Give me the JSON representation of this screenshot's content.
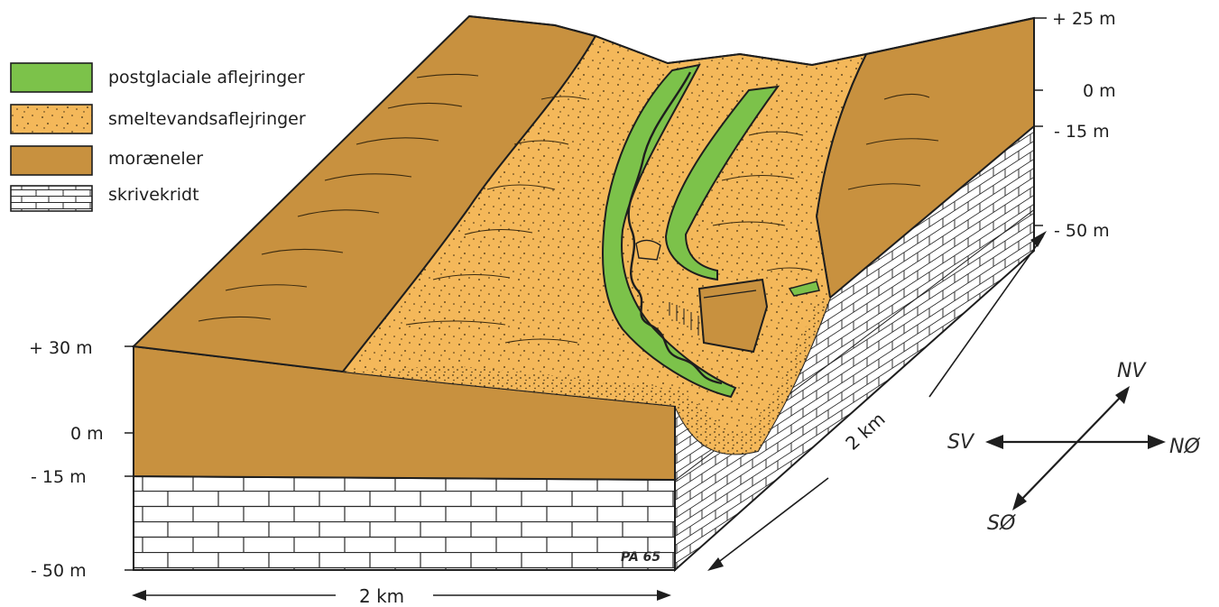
{
  "legend": {
    "items": [
      {
        "key": "postglacial",
        "label": "postglaciale aflejringer",
        "color": "#7cc24a"
      },
      {
        "key": "meltwater",
        "label": "smeltevandsaflejringer",
        "color": "#f4b85a"
      },
      {
        "key": "moraine",
        "label": "moræneler",
        "color": "#c8913f"
      },
      {
        "key": "chalk",
        "label": "skrivekridt",
        "color": "#ffffff"
      }
    ]
  },
  "left_scale": {
    "top": "+ 30 m",
    "zero": "0 m",
    "mid": "- 15 m",
    "bottom": "- 50 m"
  },
  "right_scale": {
    "top": "+ 25 m",
    "zero": "0 m",
    "mid": "- 15 m",
    "bottom": "- 50 m"
  },
  "dimensions": {
    "front_width": "2 km",
    "side_depth": "2 km"
  },
  "compass": {
    "nv": "NV",
    "sv": "SV",
    "no": "NØ",
    "so": "SØ"
  },
  "signature": "PA 65",
  "colors": {
    "postglacial": "#7cc24a",
    "meltwater": "#f4b85a",
    "moraine": "#c8913f",
    "chalk": "#ffffff",
    "line": "#1e1e1e"
  }
}
